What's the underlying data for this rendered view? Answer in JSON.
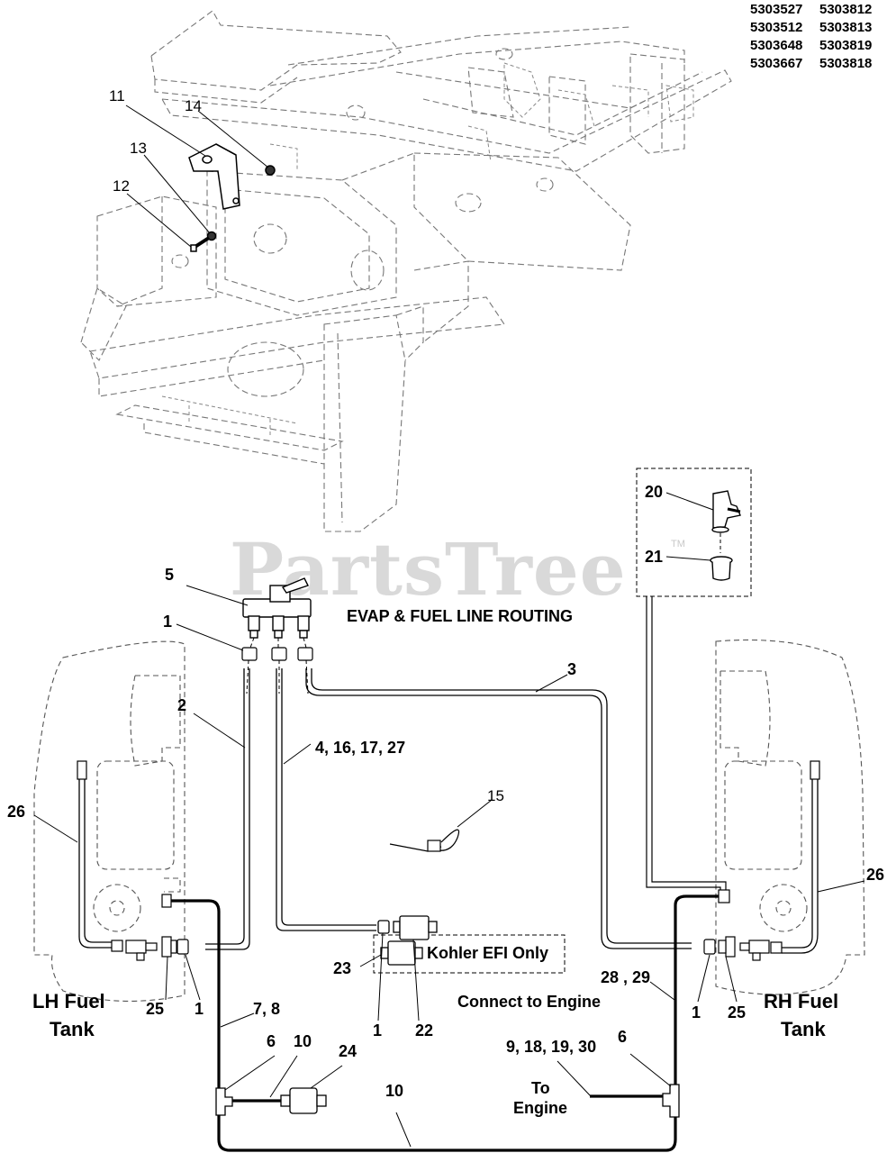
{
  "model_numbers": [
    [
      "5303527",
      "5303812"
    ],
    [
      "5303512",
      "5303813"
    ],
    [
      "5303648",
      "5303819"
    ],
    [
      "5303667",
      "5303818"
    ]
  ],
  "watermark": "PartsTree",
  "watermark_mark": "TM",
  "title": "EVAP & FUEL LINE ROUTING",
  "labels": {
    "lh_tank_line1": "LH Fuel",
    "lh_tank_line2": "Tank",
    "rh_tank_line1": "RH Fuel",
    "rh_tank_line2": "Tank",
    "kohler": "Kohler EFI Only",
    "connect_engine": "Connect to Engine",
    "to_engine_line1": "To",
    "to_engine_line2": "Engine"
  },
  "callouts": {
    "c11": "11",
    "c14": "14",
    "c13": "13",
    "c12": "12",
    "c20": "20",
    "c21": "21",
    "c5": "5",
    "c1_top": "1",
    "c3": "3",
    "c2": "2",
    "c4_16_17_27": "4, 16, 17, 27",
    "c15": "15",
    "c26_left": "26",
    "c26_right": "26",
    "c23": "23",
    "c25_left": "25",
    "c1_left": "1",
    "c28_29": "28 , 29",
    "c1_right": "1",
    "c25_right": "25",
    "c7_8": "7, 8",
    "c1_mid": "1",
    "c22": "22",
    "c6_left": "6",
    "c10_top": "10",
    "c24": "24",
    "c9_18_19_30": "9, 18, 19, 30",
    "c6_right": "6",
    "c10_bottom": "10"
  }
}
